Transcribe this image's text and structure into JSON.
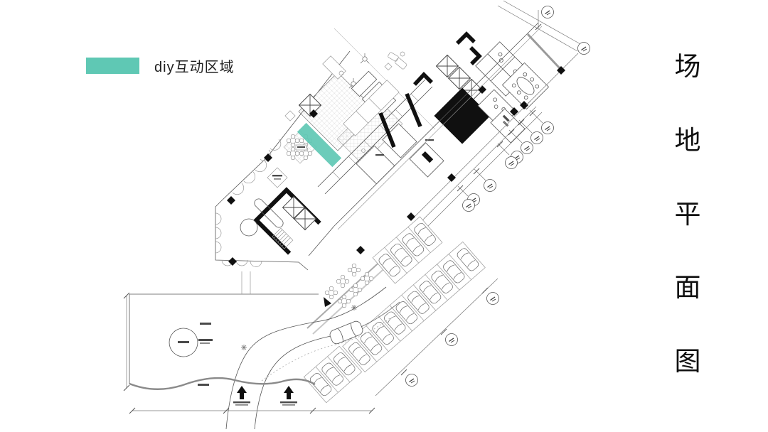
{
  "legend": {
    "label": "diy互动区域",
    "swatch_color": "#5FC8B4"
  },
  "title": {
    "text": "场地平面图",
    "chars": [
      "场",
      "地",
      "平",
      "面",
      "图"
    ]
  },
  "colors": {
    "teal": "#5FC8B4",
    "ink": "#1a1a1a",
    "line_dark": "#555555",
    "line_light": "#999999",
    "wall_black": "#111111",
    "background": "#ffffff"
  }
}
